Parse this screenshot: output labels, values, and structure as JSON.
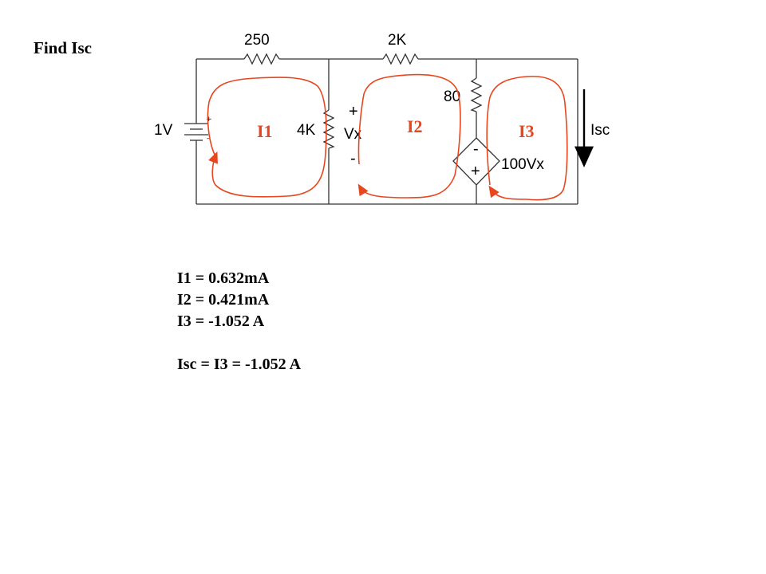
{
  "title": "Find Isc",
  "circuit": {
    "resistors": {
      "r_top_left": "250",
      "r_top_right": "2K",
      "r_shunt_mid": "4K",
      "r_shunt_right": "80"
    },
    "source_voltage": "1V",
    "battery_plus": "+",
    "battery_minus": "-",
    "vx_label": "Vx",
    "vx_plus": "+",
    "vx_minus": "-",
    "dep_source_label": "100Vx",
    "dep_minus": "-",
    "dep_plus": "+",
    "isc_label": "Isc",
    "mesh_labels": [
      "I1",
      "I2",
      "I3"
    ],
    "mesh_color": "#e8461e"
  },
  "results": {
    "i1": "I1 = 0.632mA",
    "i2": "I2 = 0.421mA",
    "i3": "I3 = -1.052 A",
    "isc": "Isc = I3 = -1.052 A"
  }
}
